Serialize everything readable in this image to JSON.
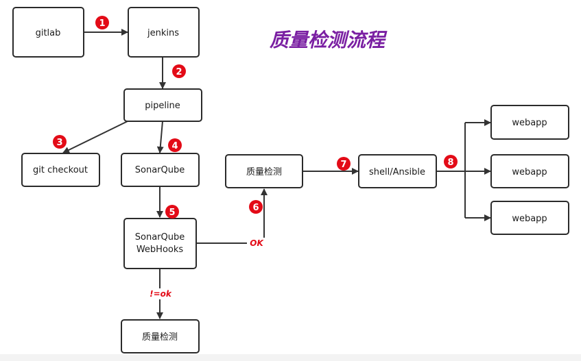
{
  "diagram": {
    "title": "质量检测流程",
    "title_color": "#7a1fa2",
    "badge_color": "#e30b17",
    "edge_label_color": "#e30b17",
    "nodes": {
      "gitlab": "gitlab",
      "jenkins": "jenkins",
      "pipeline": "pipeline",
      "git_checkout": "git checkout",
      "sonarqube": "SonarQube",
      "webhooks_line1": "SonarQube",
      "webhooks_line2": "WebHooks",
      "quality_check_bottom": "质量检测",
      "quality_check_mid": "质量检测",
      "shell_ansible": "shell/Ansible",
      "webapp_1": "webapp",
      "webapp_2": "webapp",
      "webapp_3": "webapp"
    },
    "badges": [
      "1",
      "2",
      "3",
      "4",
      "5",
      "6",
      "7",
      "8"
    ],
    "edge_labels": {
      "ok": "OK",
      "not_ok": "!=ok"
    }
  }
}
